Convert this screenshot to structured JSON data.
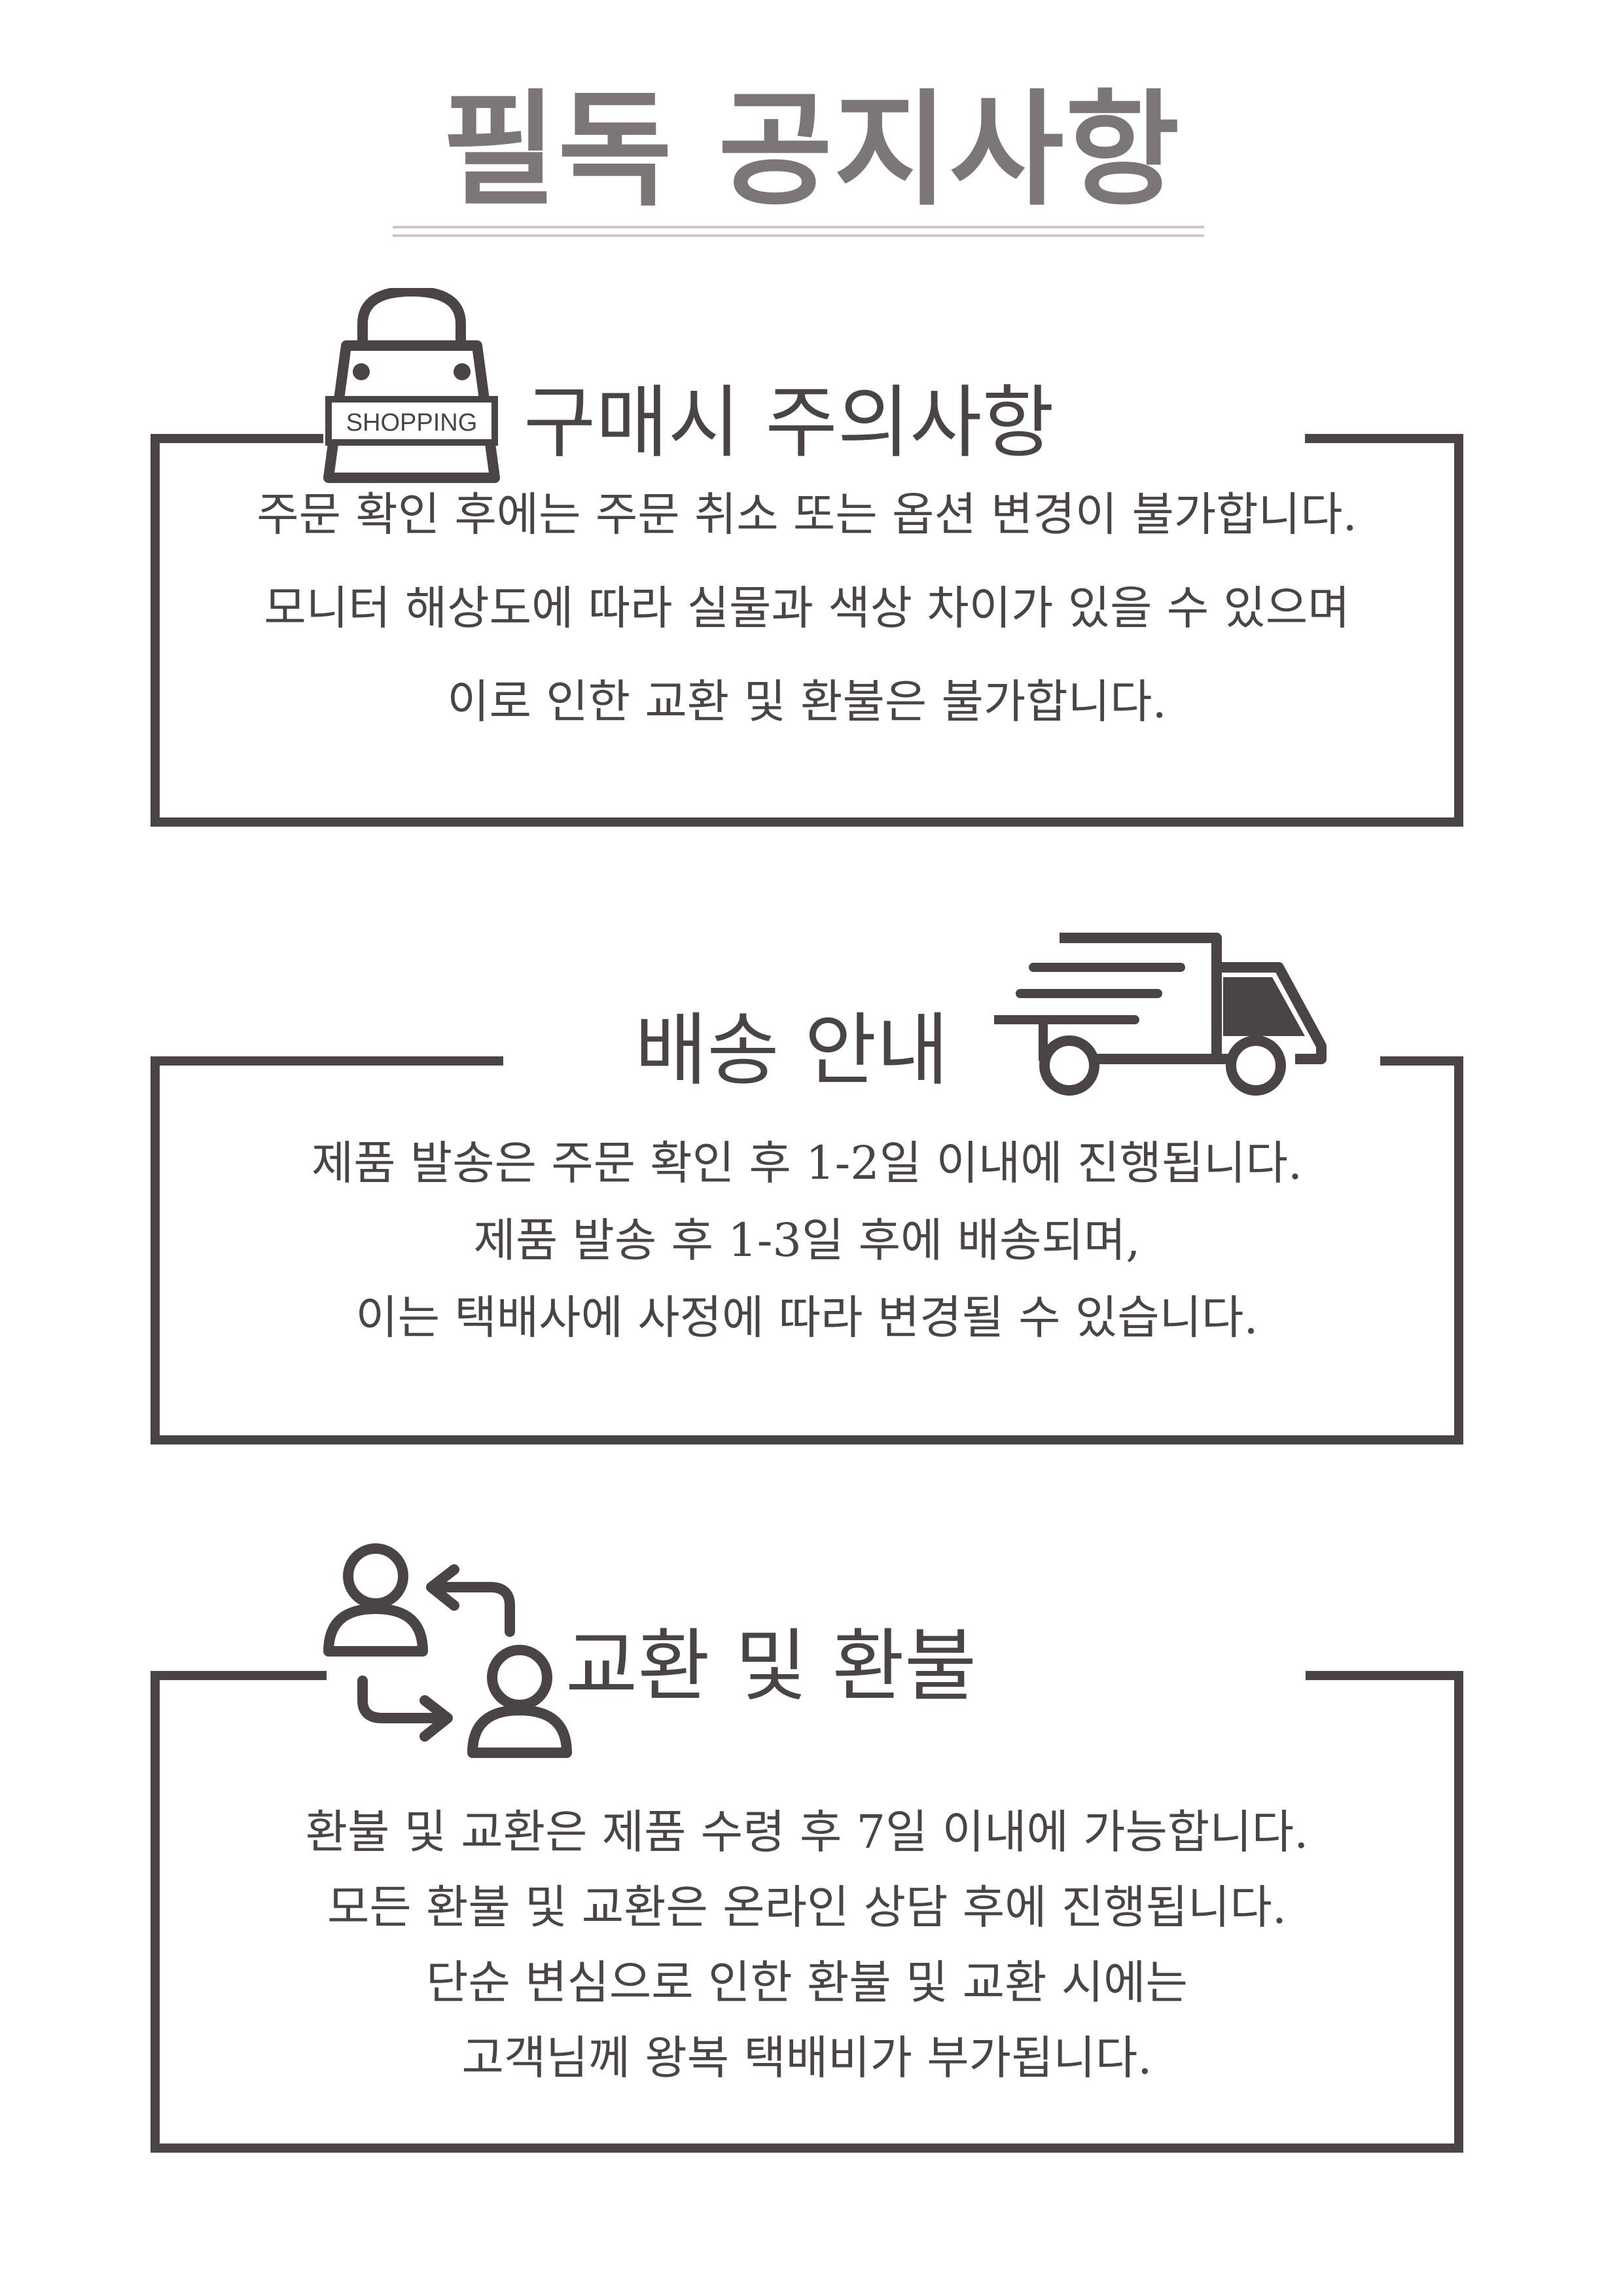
{
  "page_title": "필독 공지사항",
  "sections": [
    {
      "heading": "구매시 주의사항",
      "icon": "shopping-bag-icon",
      "icon_text": "SHOPPING",
      "lines": [
        "주문 확인 후에는 주문 취소 또는 옵션 변경이 불가합니다.",
        "모니터 해상도에 따라 실물과 색상 차이가 있을 수 있으며",
        "이로 인한 교환 및 환불은 불가합니다."
      ]
    },
    {
      "heading": "배송 안내",
      "icon": "delivery-truck-icon",
      "lines": [
        "제품 발송은 주문 확인 후 1-2일 이내에 진행됩니다.",
        "제품 발송 후 1-3일 후에 배송되며,",
        "이는 택배사에 사정에 따라 변경될 수 있습니다."
      ]
    },
    {
      "heading": "교환 및 환불",
      "icon": "exchange-users-icon",
      "lines": [
        "환불 및 교환은 제품 수령 후 7일 이내에 가능합니다.",
        "모든 환불 및 교환은 온라인 상담 후에 진행됩니다.",
        "단순 변심으로 인한 환불 및 교환 시에는",
        "고객님께 왕복 택배비가 부가됩니다."
      ]
    }
  ],
  "colors": {
    "title": "#7c7776",
    "text": "#4b4444",
    "rule": "#cfc6c2",
    "background": "#ffffff"
  }
}
